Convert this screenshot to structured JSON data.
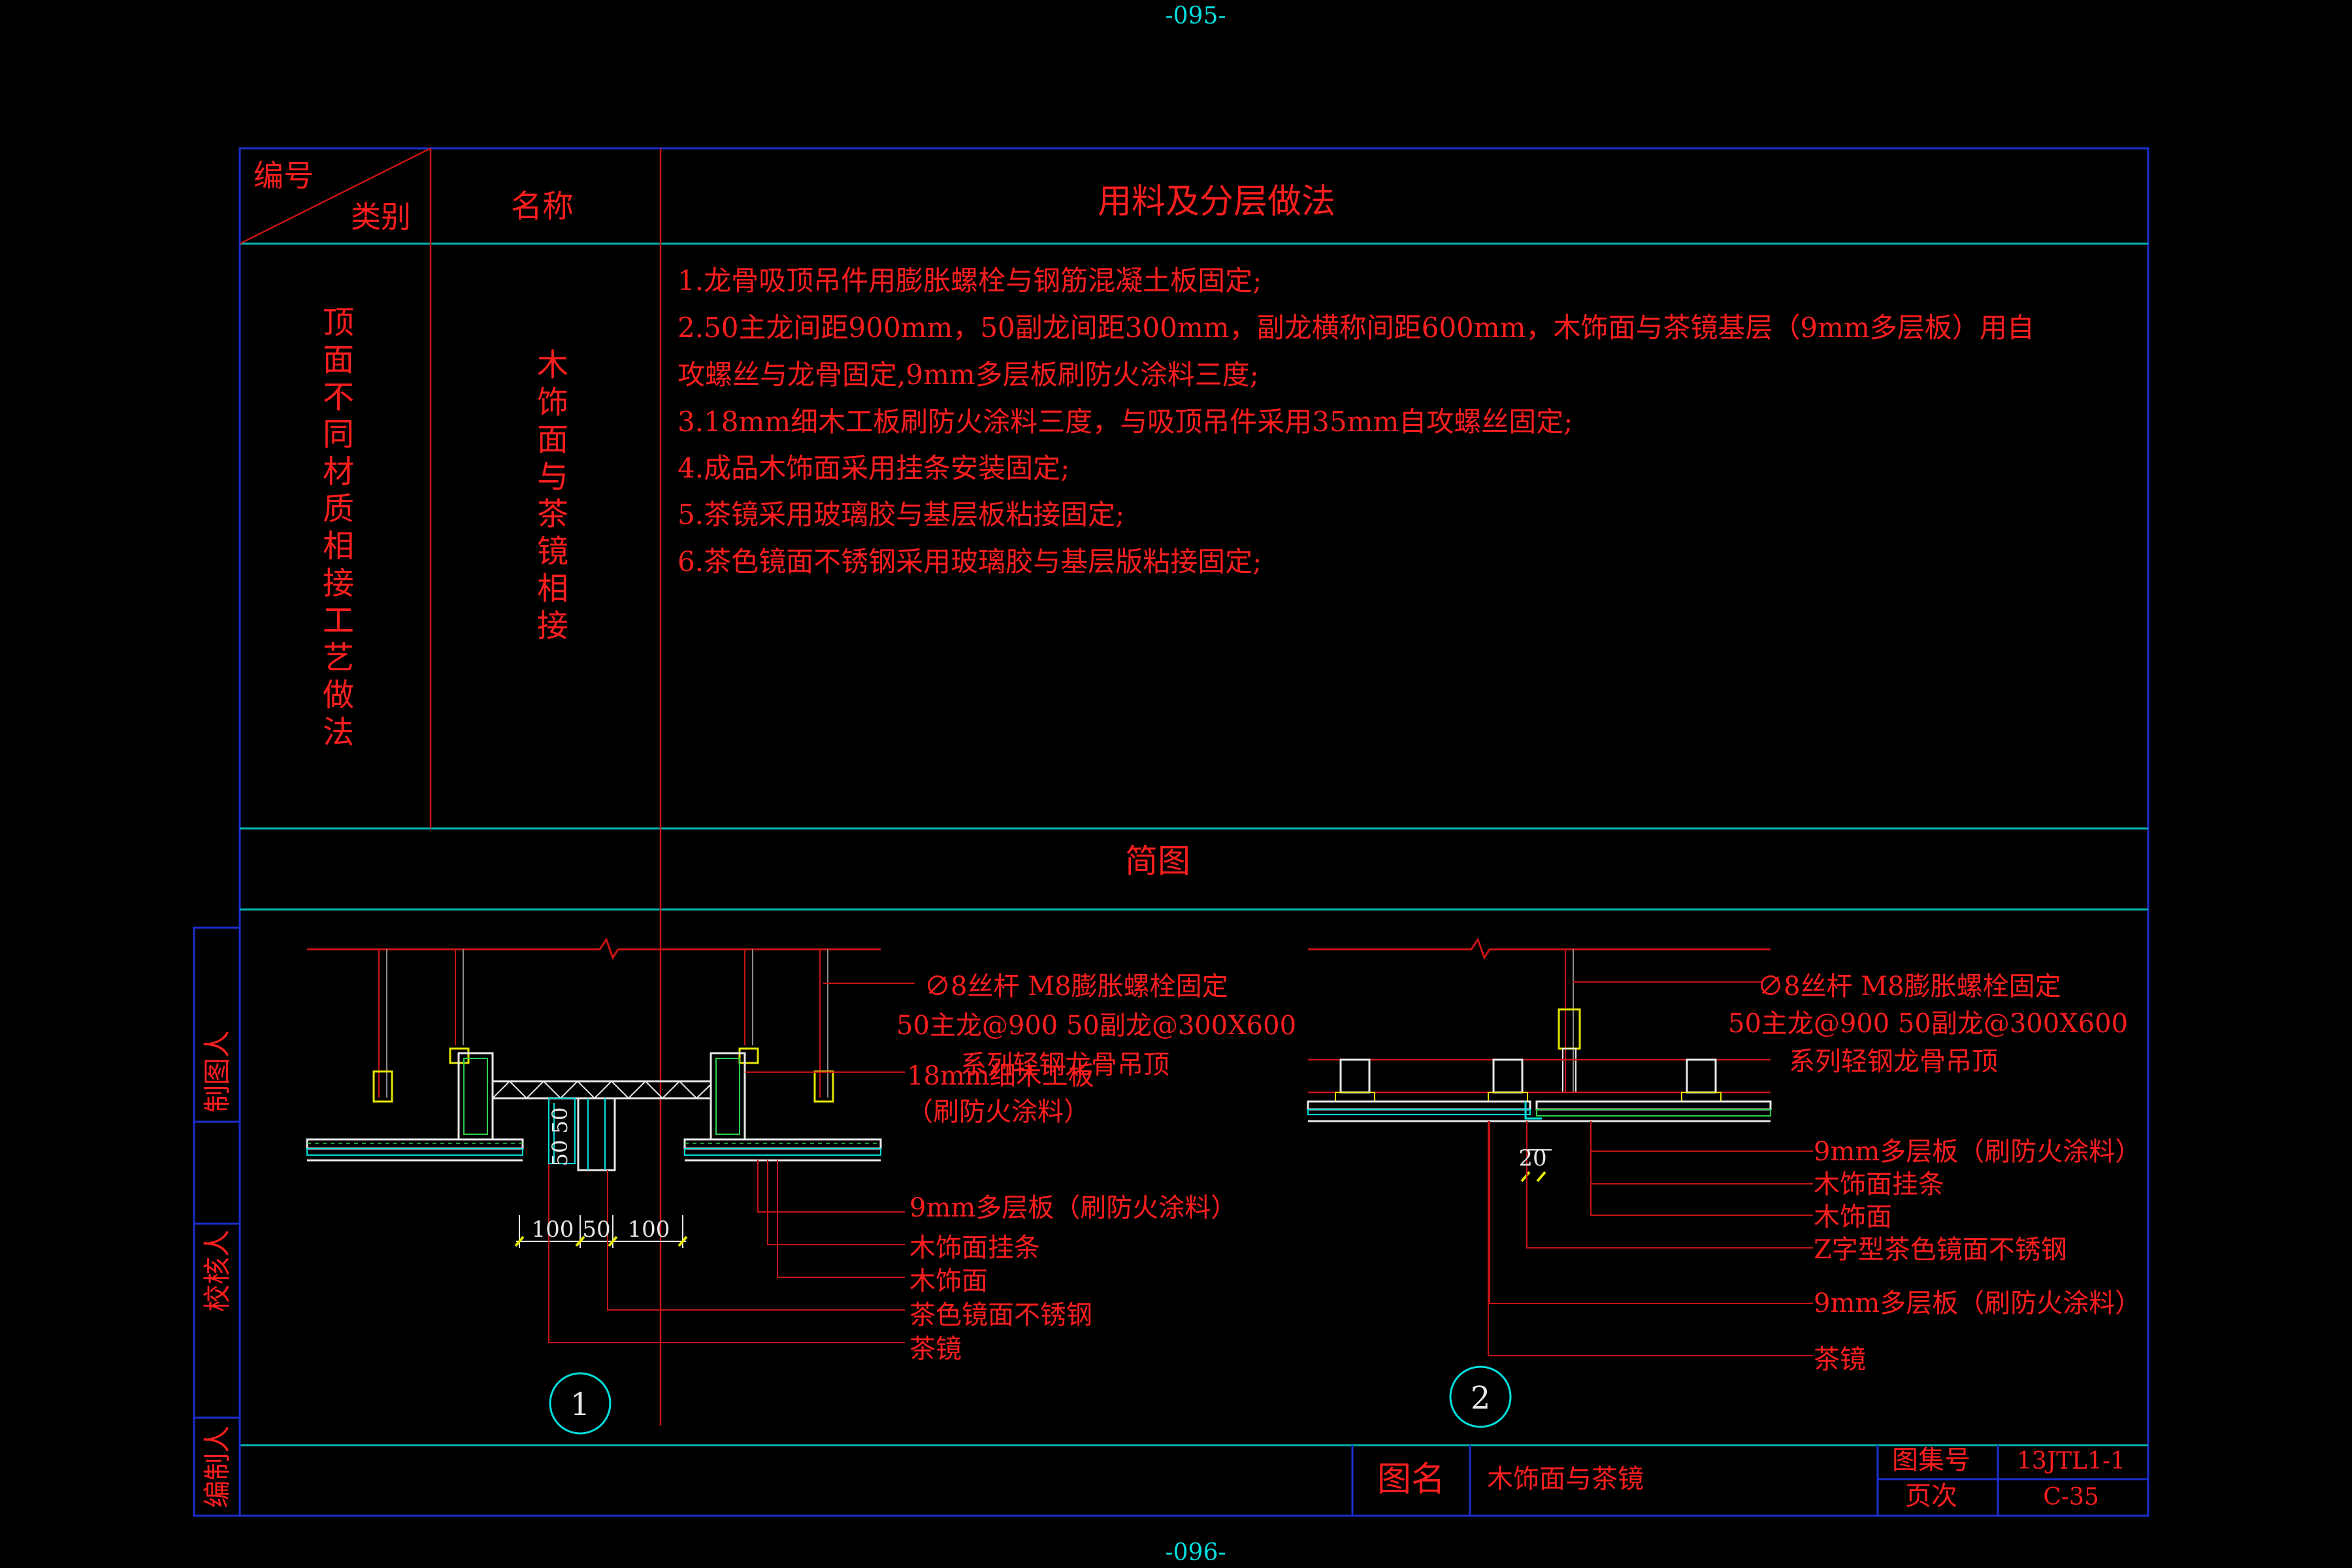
{
  "page_markers": {
    "top": "-095-",
    "bottom": "-096-"
  },
  "colors": {
    "frame": "#1a2fd0",
    "divider": "#00b4b4",
    "text": "#ff1e1e",
    "red_line": "#c81414",
    "cyan": "#00e0e0",
    "yellow": "#e6e600",
    "white": "#e8e8e8",
    "green": "#2bd14a",
    "grey": "#8c8c8c"
  },
  "header": {
    "number_label": "编号",
    "category_label": "类别",
    "name_label": "名称",
    "method_label": "用料及分层做法"
  },
  "row": {
    "category": [
      "顶",
      "面",
      "不",
      "同",
      "材",
      "质",
      "相",
      "接",
      "工",
      "艺",
      "做",
      "法"
    ],
    "name": [
      "木",
      "饰",
      "面",
      "与",
      "茶",
      "镜",
      "相",
      "接"
    ],
    "steps": [
      "1.龙骨吸顶吊件用膨胀螺栓与钢筋混凝土板固定;",
      "2.50主龙间距900mm，50副龙间距300mm，副龙横称间距600mm，木饰面与茶镜基层（9mm多层板）用自",
      "攻螺丝与龙骨固定,9mm多层板刷防火涂料三度;",
      "3.18mm细木工板刷防火涂料三度，与吸顶吊件采用35mm自攻螺丝固定;",
      "4.成品木饰面采用挂条安装固定;",
      "5.茶镜采用玻璃胶与基层板粘接固定;",
      "6.茶色镜面不锈钢采用玻璃胶与基层版粘接固定;"
    ]
  },
  "sketch_label": "简图",
  "side_labels": {
    "drafter": "制图人",
    "checker": "校核人",
    "compiler": "编制人"
  },
  "diagram1": {
    "number": "1",
    "callouts": {
      "rod": "∅8丝杆  M8膨胀螺栓固定",
      "keels": "50主龙@900   50副龙@300X600",
      "system": "系列轻钢龙骨吊顶",
      "board18_a": "18mm细木工板",
      "board18_b": "（刷防火涂料）",
      "ply9": "9mm多层板（刷防火涂料）",
      "strip": "木饰面挂条",
      "veneer": "木饰面",
      "steel": "茶色镜面不锈钢",
      "mirror": "茶镜"
    },
    "dims": {
      "d100a": "100",
      "d50": "50",
      "d100b": "100",
      "v50a": "50",
      "v50b": "50"
    }
  },
  "diagram2": {
    "number": "2",
    "callouts": {
      "rod": "∅8丝杆  M8膨胀螺栓固定",
      "keels": "50主龙@900   50副龙@300X600",
      "system": "系列轻钢龙骨吊顶",
      "ply9_top": "9mm多层板（刷防火涂料）",
      "strip": "木饰面挂条",
      "veneer": "木饰面",
      "zsteel": "Z字型茶色镜面不锈钢",
      "ply9_bottom": "9mm多层板（刷防火涂料）",
      "mirror": "茶镜"
    },
    "dims": {
      "d20": "20"
    }
  },
  "title_block": {
    "drawing_name_label": "图名",
    "drawing_name": "木饰面与茶镜",
    "atlas_label": "图集号",
    "atlas_no": "13JTL1-1",
    "page_label": "页次",
    "page_no": "C-35"
  }
}
